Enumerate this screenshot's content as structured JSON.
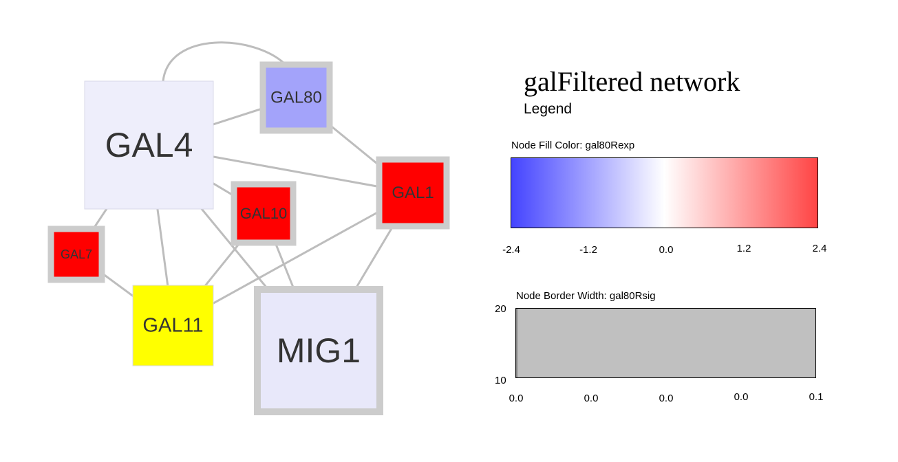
{
  "title": "galFiltered network",
  "subtitle": "Legend",
  "colors": {
    "edge": "#bdbdbd",
    "node_border": "#cccccc",
    "gradient_low": "#4444ff",
    "gradient_mid": "#ffffff",
    "gradient_high": "#ff4444",
    "border_width_fill": "#c0c0c0"
  },
  "nodes": [
    {
      "id": "GAL4",
      "label": "GAL4",
      "fill": "#eeeefb"
    },
    {
      "id": "GAL80",
      "label": "GAL80",
      "fill": "#a3a3fa"
    },
    {
      "id": "GAL1",
      "label": "GAL1",
      "fill": "#ff0000"
    },
    {
      "id": "GAL10",
      "label": "GAL10",
      "fill": "#ff0000"
    },
    {
      "id": "GAL7",
      "label": "GAL7",
      "fill": "#ff0000"
    },
    {
      "id": "GAL11",
      "label": "GAL11",
      "fill": "#ffff00"
    },
    {
      "id": "MIG1",
      "label": "MIG1",
      "fill": "#e8e8fa"
    }
  ],
  "edges": [
    {
      "source": "GAL4",
      "target": "GAL80",
      "curved": true
    },
    {
      "source": "GAL4",
      "target": "GAL80",
      "curved": false
    },
    {
      "source": "GAL4",
      "target": "GAL1",
      "curved": false
    },
    {
      "source": "GAL4",
      "target": "GAL10",
      "curved": false
    },
    {
      "source": "GAL4",
      "target": "GAL7",
      "curved": false
    },
    {
      "source": "GAL4",
      "target": "GAL11",
      "curved": false
    },
    {
      "source": "GAL4",
      "target": "MIG1",
      "curved": false
    },
    {
      "source": "GAL80",
      "target": "GAL1",
      "curved": false
    },
    {
      "source": "GAL1",
      "target": "GAL11",
      "curved": false
    },
    {
      "source": "GAL1",
      "target": "MIG1",
      "curved": false
    },
    {
      "source": "GAL10",
      "target": "GAL11",
      "curved": false
    },
    {
      "source": "GAL10",
      "target": "MIG1",
      "curved": false
    },
    {
      "source": "GAL7",
      "target": "GAL11",
      "curved": false
    }
  ],
  "legend": {
    "fill": {
      "label": "Node Fill Color:  gal80Rexp",
      "ticks": [
        "-2.4",
        "-1.2",
        "0.0",
        "1.2",
        "2.4"
      ]
    },
    "border": {
      "label": "Node Border Width:  gal80Rsig",
      "y_max": "20",
      "y_min": "10",
      "ticks": [
        "0.0",
        "0.0",
        "0.0",
        "0.0",
        "0.1"
      ]
    }
  }
}
